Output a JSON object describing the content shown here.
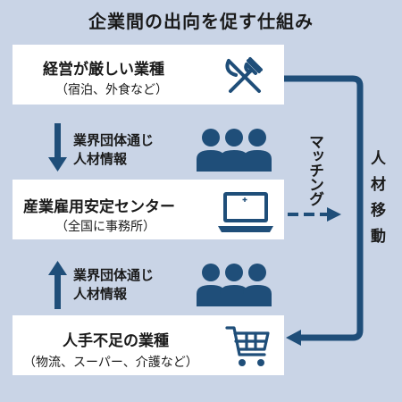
{
  "title": "企業間の出向を促す仕組み",
  "boxes": {
    "top": {
      "title": "経営が厳しい業種",
      "subtitle": "（宿泊、外食など）"
    },
    "middle": {
      "title": "産業雇用安定センター",
      "subtitle": "（全国に事務所）"
    },
    "bottom": {
      "title": "人手不足の業種",
      "subtitle": "（物流、スーパー、介護など）"
    }
  },
  "flows": {
    "upper": {
      "line1": "業界団体通じ",
      "line2": "人材情報"
    },
    "lower": {
      "line1": "業界団体通じ",
      "line2": "人材情報"
    }
  },
  "matching_label": "マッチング",
  "transfer_label": "人材移動",
  "icons": {
    "top": "fork-knife-icon",
    "middle": "laptop-icon",
    "bottom": "shopping-cart-icon",
    "people": "people-icon"
  },
  "colors": {
    "background": "#c9d4e6",
    "accent": "#1f4e79",
    "box": "#ffffff"
  }
}
